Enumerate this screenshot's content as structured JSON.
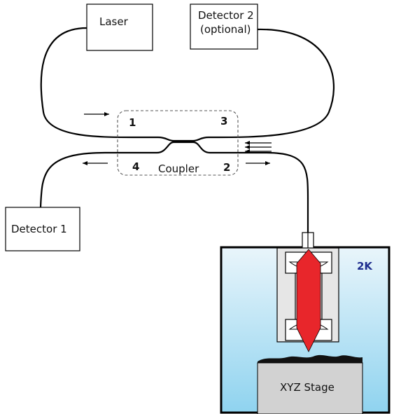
{
  "components": {
    "laser": "Laser",
    "detector_2_line1": "Detector 2",
    "detector_2_line2": "(optional)",
    "detector_1": "Detector 1",
    "coupler": "Coupler",
    "stage": "XYZ  Stage",
    "temperature": "2K"
  },
  "ports": {
    "p1": "1",
    "p2": "2",
    "p3": "3",
    "p4": "4"
  },
  "colors": {
    "beam": "#e8262b",
    "cryostat_top": "#e9f5fb",
    "cryostat_bottom": "#8fd3ef",
    "temperature_text": "#1f2e8f",
    "stage": "#d2d2d2",
    "coupler_outline": "#555555"
  }
}
